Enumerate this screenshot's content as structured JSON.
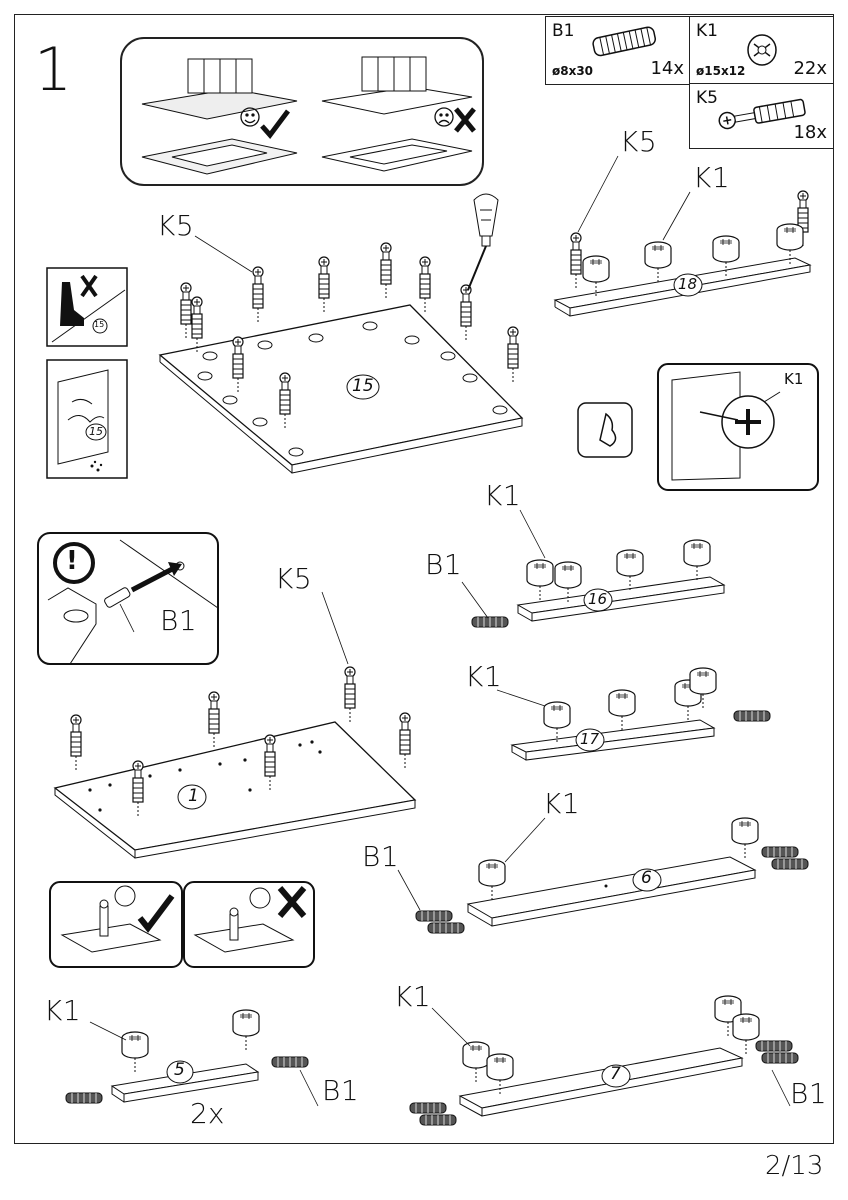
{
  "step_number": "1",
  "page_number": "2/13",
  "parts": [
    {
      "code": "B1",
      "dimension": "ø8x30",
      "quantity": "14x",
      "icon": "dowel-icon"
    },
    {
      "code": "K1",
      "dimension": "ø15x12",
      "quantity": "22x",
      "icon": "cam-lock-icon"
    },
    {
      "code": "K5",
      "dimension": "",
      "quantity": "18x",
      "icon": "cam-bolt-icon"
    }
  ],
  "callouts": {
    "k5_top_right": "K5",
    "k1_top_right": "K1",
    "k5_panel15": "K5",
    "k1_detail": "K1",
    "k1_panel16": "K1",
    "b1_panel16": "B1",
    "b1_warning": "B1",
    "k5_panel1": "K5",
    "k1_panel17": "K1",
    "k1_panel6": "K1",
    "b1_panel6": "B1",
    "k1_panel5": "K1",
    "b1_panel5": "B1",
    "k1_panel7": "K1",
    "b1_panel7": "B1"
  },
  "panel_numbers": {
    "p18": "18",
    "p15": "15",
    "p15_shoe": "15",
    "p15_scratch": "15",
    "p16": "16",
    "p17": "17",
    "p1": "1",
    "p6": "6",
    "p5": "5",
    "p7": "7"
  },
  "multiplier_panel5": "2x",
  "warning_symbol": "!"
}
